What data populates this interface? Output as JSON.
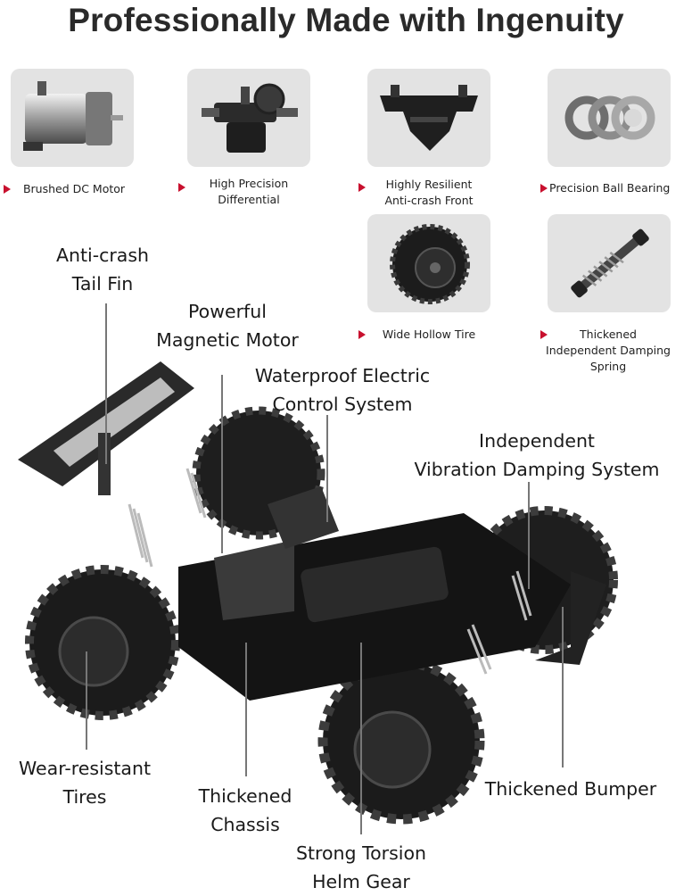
{
  "title": "Professionally Made with Ingenuity",
  "components": [
    {
      "icon": "motor-icon",
      "caption": [
        "Brushed DC Motor"
      ]
    },
    {
      "icon": "differential-icon",
      "caption": [
        "High Precision",
        "Differential"
      ]
    },
    {
      "icon": "bumper-icon",
      "caption": [
        "Highly Resilient",
        "Anti-crash Front"
      ]
    },
    {
      "icon": "ball-bearing-icon",
      "caption": [
        "Precision Ball Bearing"
      ]
    },
    {
      "icon": "tire-icon",
      "caption": [
        "Wide Hollow Tire"
      ]
    },
    {
      "icon": "damping-spring-icon",
      "caption": [
        "Thickened",
        "Independent Damping Spring"
      ]
    }
  ],
  "callouts": {
    "tail_fin": [
      "Anti-crash",
      "Tail Fin"
    ],
    "motor": [
      "Powerful",
      "Magnetic Motor"
    ],
    "electric": [
      "Waterproof Electric",
      "Control System"
    ],
    "damping": [
      "Independent",
      "Vibration Damping System"
    ],
    "tires": [
      "Wear-resistant",
      "Tires"
    ],
    "chassis": [
      "Thickened",
      "Chassis"
    ],
    "helm": [
      "Strong Torsion",
      "Helm Gear"
    ],
    "bumper": [
      "Thickened Bumper"
    ]
  },
  "colors": {
    "accent_arrow": "#c8102e",
    "tile_bg": "#e3e3e3"
  }
}
